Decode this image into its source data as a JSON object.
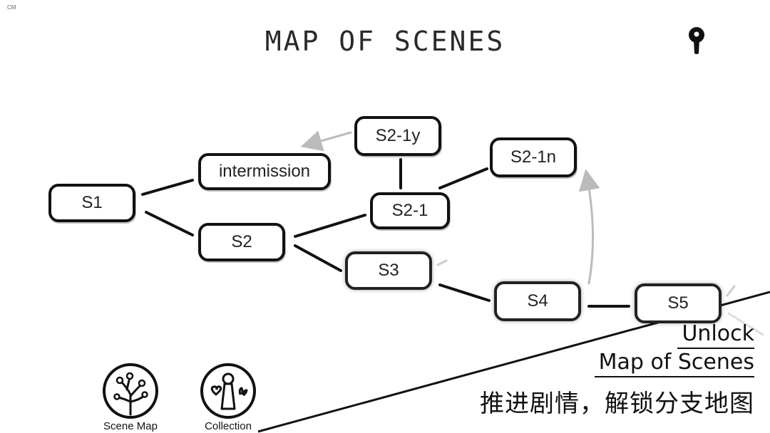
{
  "corner_tag": "CM",
  "header": {
    "title": "MAP OF SCENES"
  },
  "nodes": {
    "s1": "S1",
    "intermission": "intermission",
    "s2": "S2",
    "s2_1y": "S2-1y",
    "s2_1": "S2-1",
    "s2_1n": "S2-1n",
    "s3": "S3",
    "s4": "S4",
    "s5": "S5"
  },
  "promo": {
    "line1": "Unlock",
    "line2": "Map of Scenes",
    "chinese": "推进剧情，解锁分支地图"
  },
  "menu": {
    "scene_map": "Scene Map",
    "collection": "Collection"
  },
  "icons": {
    "hint": "keyhole-icon",
    "scene_map": "tree-branch-icon",
    "collection": "figure-hearts-icon"
  },
  "colors": {
    "ink": "#111111",
    "faded_arrow": "#bbbbbb",
    "background": "#ffffff"
  }
}
